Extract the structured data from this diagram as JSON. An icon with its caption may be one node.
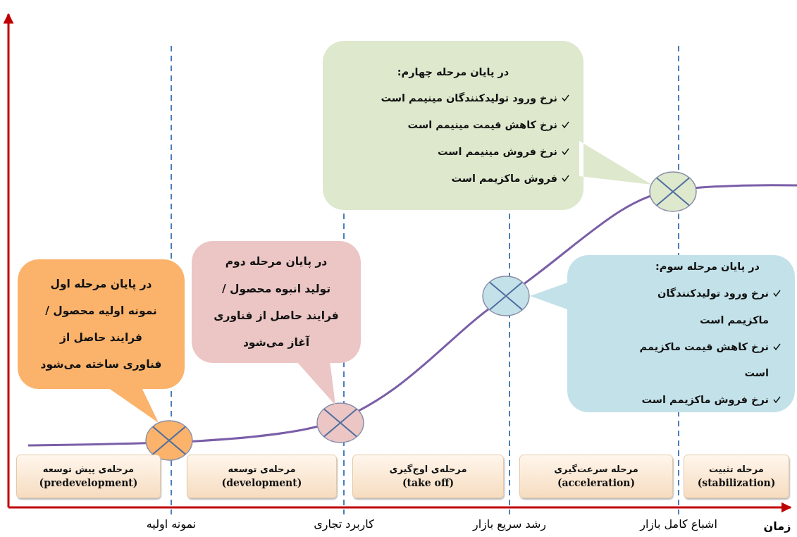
{
  "diagram": {
    "nodes": [
      {
        "text": [
          "در پایان مرحله اول",
          "نمونه اولیه محصول /فرایند حاصل از فناوری ساخته می‌شود"
        ]
      },
      {
        "text": [
          "در پایان مرحله دوم",
          "تولید انبوه محصول / فرایند حاصل از فناوری آغاز می‌شود"
        ]
      },
      {
        "text": [
          "در پایان مرحله سوم:",
          "نرخ ورود تولیدکنندگان ماکزیمم است",
          "نرخ کاهش قیمت ماکزیمم است",
          "نرخ فروش ماکزیمم است"
        ]
      },
      {
        "text": [
          "در پایان مرحله چهارم:",
          "نرخ ورود تولیدکنندگان مینیمم است",
          "نرخ کاهش قیمت مینیمم است",
          "نرخ فروش مینیمم است",
          "فروش ماکزیمم است"
        ]
      },
      {
        "text": [
          "مرحله‌ی پیش توسعه",
          "(predevelopment)"
        ]
      },
      {
        "text": [
          "مرحله‌ی توسعه",
          "(development)"
        ]
      },
      {
        "text": [
          "مرحله‌ی اوج‌گیری",
          "(take off)"
        ]
      },
      {
        "text": [
          "مرحله سرعت‌گیری",
          "(acceleration)"
        ]
      },
      {
        "text": [
          "مرحله تثبیت",
          "(stabilization)"
        ]
      }
    ],
    "labels": [
      "نمونه اولیه",
      "کاربرد تجاری",
      "رشد سریع بازار",
      "اشباع کامل بازار",
      "زمان"
    ]
  }
}
